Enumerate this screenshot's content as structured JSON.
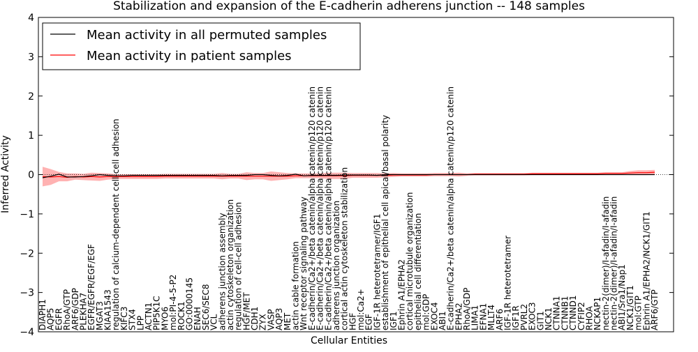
{
  "chart_data": {
    "type": "line",
    "title": "Stabilization and expansion of the E-cadherin adherens junction -- 148 samples",
    "xlabel": "Cellular Entities",
    "ylabel": "Inferred Activity",
    "ylim": [
      -4,
      4
    ],
    "yticks": [
      "−4",
      "−3",
      "−2",
      "−1",
      "0",
      "1",
      "2",
      "3",
      "4"
    ],
    "zero_line": "dotted",
    "legend": {
      "placement": "top-left",
      "entries": [
        {
          "label": "Mean activity in all permuted samples",
          "color": "#000000"
        },
        {
          "label": "Mean activity in patient samples",
          "color": "#ff0000"
        }
      ]
    },
    "categories": [
      "DIAPH1",
      "AQP5",
      "EGFR",
      "RhoA/GTP",
      "ARF6/GDP",
      "PLEKHA7",
      "EGFR/EGFR/EGF/EGF",
      "MGAT3",
      "KIAA1543",
      "regulation of calcium-dependent cell-cell adhesion",
      "KIFC3",
      "STX4",
      "LPP",
      "ACTN1",
      "PIP5K1C",
      "MYO6",
      "mol:PI-4-5-P2",
      "ROCK1",
      "GO:0000145",
      "ENAH",
      "SEC6/SEC8",
      "VCL",
      "adherens junction assembly",
      "actin cytoskeleton organization",
      "regulation of cell-cell adhesion",
      "HGF/MET",
      "CDH1",
      "ZYX",
      "VASP",
      "AQP3",
      "MET",
      "actin cable formation",
      "Wnt receptor signaling pathway",
      "E-cadherin/Ca2+/beta catenin/alpha catenin/p120 catenin",
      "E-cadherin/Ca2+/beta catenin/alpha catenin/p120 catenin",
      "E-cadherin/Ca2+/beta catenin/alpha catenin/p120 catenin",
      "adherens junction organization",
      "cortical actin cytoskeleton stabilization",
      "HGF",
      "mol:Ca2+",
      "EGF",
      "IGF-1R heterotetramer/IGF1",
      "establishment of epithelial cell apical/basal polarity",
      "IGF1",
      "Ephrin A1/EPHA2",
      "cortical microtubule organization",
      "epithelial cell differentiation",
      "mol:GDP",
      "EXOC4",
      "ABI1",
      "E-cadherin/Ca2+/beta catenin/alpha catenin/p120 catenin",
      "EPHA2",
      "RhoA/GDP",
      "LIMA1",
      "EFNA1",
      "MLLT4",
      "ARF6",
      "IGF-1R heterotetramer",
      "IGF1R",
      "PVRL2",
      "EXOC3",
      "GIT1",
      "NCK1",
      "CTNNA1",
      "CTNNB1",
      "CTNND1",
      "CYFIP2",
      "RHOA",
      "NCKAP1",
      "nectin-2(dimer)/I-afadin/I-afadin",
      "nectin-2(dimer)/I-afadin/I-afadin",
      "ABI1/Sra1/Nap1",
      "NCK1/GIT1",
      "mol:GTP",
      "Ephrin A1/EPHA2/NCK1/GIT1",
      "ARF6/GTP"
    ],
    "series": [
      {
        "name": "Mean activity in all permuted samples",
        "color": "#000000",
        "values": [
          -0.08,
          -0.04,
          0.01,
          -0.06,
          -0.06,
          -0.05,
          -0.03,
          0,
          -0.02,
          -0.03,
          -0.03,
          -0.02,
          -0.02,
          -0.02,
          -0.02,
          -0.02,
          -0.02,
          -0.02,
          -0.02,
          -0.02,
          -0.02,
          -0.02,
          -0.03,
          -0.02,
          -0.02,
          -0.02,
          0,
          0,
          -0.02,
          -0.03,
          -0.02,
          0.01,
          -0.03,
          -0.02,
          -0.02,
          -0.02,
          -0.02,
          -0.01,
          -0.01,
          -0.01,
          -0.01,
          -0.02,
          0,
          0,
          0,
          0,
          0,
          0,
          0,
          0,
          0,
          0,
          0,
          0,
          0,
          0,
          0,
          0,
          0,
          0,
          0,
          0,
          0,
          0,
          0,
          0,
          0,
          0,
          0,
          0,
          0,
          0,
          0,
          0,
          0,
          0
        ]
      },
      {
        "name": "Mean activity in patient samples",
        "color": "#ff0000",
        "values": [
          -0.05,
          -0.06,
          -0.05,
          -0.07,
          -0.05,
          -0.06,
          -0.05,
          -0.06,
          -0.05,
          -0.05,
          -0.05,
          -0.05,
          -0.05,
          -0.05,
          -0.05,
          -0.04,
          -0.04,
          -0.04,
          -0.04,
          -0.04,
          -0.04,
          -0.04,
          -0.04,
          -0.04,
          -0.04,
          -0.04,
          -0.04,
          -0.04,
          -0.04,
          -0.04,
          -0.04,
          -0.03,
          -0.03,
          -0.03,
          -0.03,
          -0.03,
          -0.03,
          -0.03,
          -0.02,
          -0.02,
          -0.02,
          -0.02,
          -0.02,
          -0.01,
          -0.01,
          -0.01,
          -0.01,
          -0.01,
          0,
          0,
          0,
          0,
          0,
          0.01,
          0.01,
          0.01,
          0.01,
          0.01,
          0.01,
          0.01,
          0.02,
          0.02,
          0.02,
          0.02,
          0.02,
          0.02,
          0.02,
          0.02,
          0.02,
          0.03,
          0.03,
          0.03,
          0.04,
          0.05,
          0.05,
          0.06
        ]
      }
    ],
    "band": {
      "series": "Mean activity in patient samples",
      "color": "#ff0000",
      "half_width": [
        0.25,
        0.2,
        0.12,
        0.1,
        0.08,
        0.08,
        0.1,
        0.1,
        0.08,
        0.06,
        0.06,
        0.06,
        0.06,
        0.06,
        0.06,
        0.06,
        0.06,
        0.06,
        0.06,
        0.06,
        0.06,
        0.06,
        0.08,
        0.06,
        0.06,
        0.1,
        0.08,
        0.08,
        0.12,
        0.1,
        0.08,
        0.06,
        0.06,
        0.06,
        0.06,
        0.08,
        0.08,
        0.08,
        0.06,
        0.06,
        0.06,
        0.06,
        0.05,
        0.05,
        0.04,
        0.04,
        0.04,
        0.04,
        0.04,
        0.04,
        0.04,
        0.05,
        0.03,
        0.03,
        0.03,
        0.03,
        0.03,
        0.03,
        0.03,
        0.03,
        0.03,
        0.03,
        0.03,
        0.03,
        0.03,
        0.03,
        0.03,
        0.03,
        0.03,
        0.03,
        0.03,
        0.03,
        0.05,
        0.06,
        0.06,
        0.06
      ]
    }
  }
}
